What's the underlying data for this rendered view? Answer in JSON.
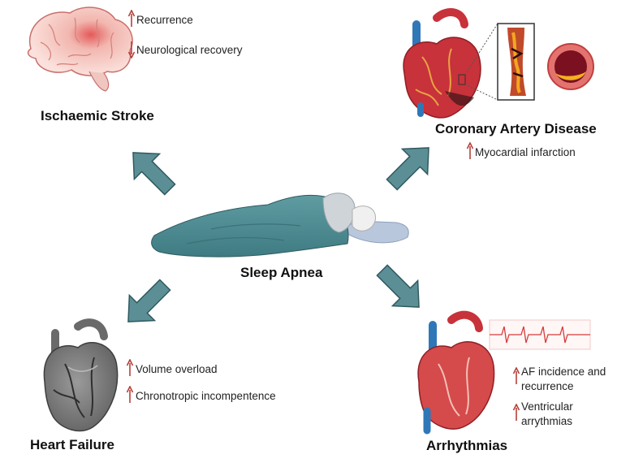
{
  "center": {
    "label": "Sleep Apnea"
  },
  "colors": {
    "arrow_fill": "#5c8f95",
    "arrow_stroke": "#2e5a60",
    "up_arrow": "#b5413b",
    "heart_red": "#c8323a",
    "heart_blue": "#2f78b8",
    "blanket": "#4f8d93",
    "pillow": "#b9c7dc"
  },
  "icons": {
    "brain": "brain-icon",
    "heart_coronary": "heart-icon",
    "heart_failure": "heart-icon",
    "heart_arrhythmia": "heart-icon",
    "ecg": "ecg-strip-icon",
    "artery": "artery-section-icon",
    "plaque": "plaque-cross-section-icon",
    "sleeper": "sleeping-person-icon"
  },
  "panels": {
    "stroke": {
      "title": "Ischaemic Stroke",
      "items": [
        {
          "direction": "up",
          "text": "Recurrence"
        },
        {
          "direction": "down",
          "text": "Neurological recovery"
        }
      ]
    },
    "cad": {
      "title": "Coronary Artery Disease",
      "items": [
        {
          "direction": "up",
          "text": "Myocardial infarction"
        }
      ]
    },
    "hf": {
      "title": "Heart Failure",
      "items": [
        {
          "direction": "up",
          "text": "Volume overload"
        },
        {
          "direction": "up",
          "text": "Chronotropic incompentence"
        }
      ]
    },
    "arr": {
      "title": "Arrhythmias",
      "items": [
        {
          "direction": "up",
          "lines": [
            "AF incidence and",
            "recurrence"
          ]
        },
        {
          "direction": "up",
          "lines": [
            "Ventricular",
            "arrythmias"
          ]
        }
      ]
    }
  }
}
